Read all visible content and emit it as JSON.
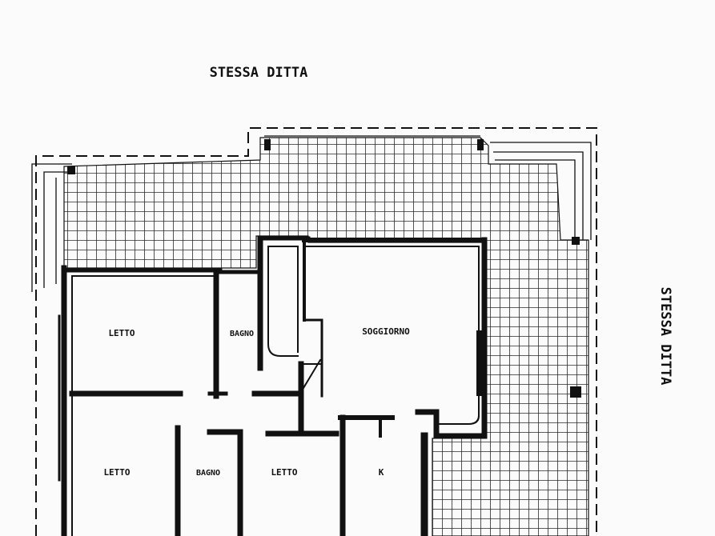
{
  "labels": {
    "top_neighbor": "STESSA DITTA",
    "right_neighbor": "STESSA DITTA"
  },
  "rooms": [
    {
      "id": "letto-1",
      "label": "LETTO"
    },
    {
      "id": "bagno-1",
      "label": "BAGNO"
    },
    {
      "id": "soggiorno",
      "label": "SOGGIORNO"
    },
    {
      "id": "letto-2",
      "label": "LETTO"
    },
    {
      "id": "bagno-2",
      "label": "BAGNO"
    },
    {
      "id": "letto-3",
      "label": "LETTO"
    },
    {
      "id": "cucina",
      "label": "K"
    }
  ],
  "colors": {
    "ink": "#111111",
    "paper": "#fbfbfb",
    "terrace_grid": "#2a2a2a"
  }
}
